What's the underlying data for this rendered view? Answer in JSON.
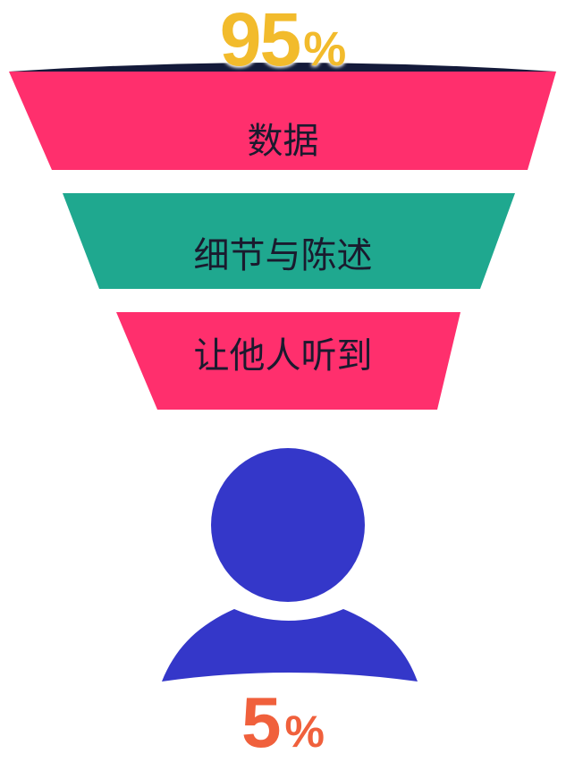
{
  "colors": {
    "top_rim": "#141a3a",
    "band_pink": "#ff2f6d",
    "band_teal": "#1fa88f",
    "person": "#3437c9",
    "pct_top": "#f2bb2c",
    "pct_bottom": "#f0603c"
  },
  "top_percent": {
    "number": "95",
    "symbol": "%"
  },
  "bands": [
    {
      "label": "数据",
      "color": "#ff2f6d"
    },
    {
      "label": "细节与陈述",
      "color": "#1fa88f"
    },
    {
      "label": "让他人听到",
      "color": "#ff2f6d"
    }
  ],
  "person_icon": "user-icon",
  "bottom_percent": {
    "number": "5",
    "symbol": "%"
  }
}
